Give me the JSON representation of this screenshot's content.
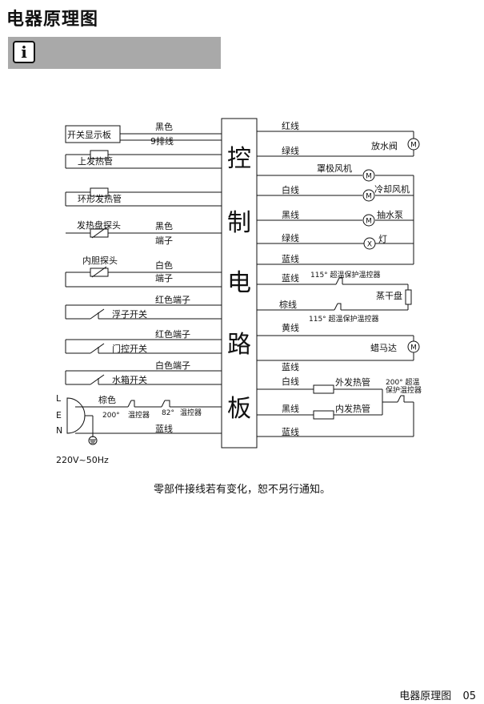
{
  "page": {
    "title": "电器原理图",
    "note": "零部件接线若有变化，恕不另行通知。",
    "footer_label": "电器原理图",
    "page_number": "05"
  },
  "diagram": {
    "board": [
      "控",
      "制",
      "电",
      "路",
      "板"
    ],
    "left": {
      "display_board": "开关显示板",
      "display_wire_color": "黑色",
      "display_wire_type": "9排线",
      "upper_heater": "上发热管",
      "ring_heater": "环形发热管",
      "plate_probe": "发热盘探头",
      "plate_probe_wire_color": "黑色",
      "plate_probe_wire_term": "端子",
      "liner_probe": "内胆探头",
      "liner_probe_wire_color": "白色",
      "liner_probe_wire_term": "端子",
      "float_switch_wire": "红色端子",
      "float_switch": "浮子开关",
      "door_switch_wire": "红色端子",
      "door_switch": "门控开关",
      "tank_switch_wire": "白色端子",
      "tank_switch": "水箱开关",
      "pin_l": "L",
      "pin_e": "E",
      "pin_n": "N",
      "brown_wire": "棕色",
      "thermostat_200_temp": "200°",
      "thermostat_200_label": "温控器",
      "thermostat_82_temp": "82°",
      "thermostat_82_label": "温控器",
      "blue_wire": "蓝线",
      "power_rating": "220V~50Hz"
    },
    "right": {
      "red_wire": "红线",
      "drain_valve": "放水阀",
      "green_wire": "绿线",
      "hood_fan": "罩极风机",
      "white_wire": "白线",
      "cooling_fan": "冷却风机",
      "black_wire": "黑线",
      "pump": "抽水泵",
      "green_wire_2": "绿线",
      "lamp": "灯",
      "blue_wire_1": "蓝线",
      "blue_wire_2": "蓝线",
      "protector_115_top": "115° 超温保护温控器",
      "steam_plate": "蒸干盘",
      "brown_wire": "棕线",
      "protector_115_bottom": "115° 超温保护温控器",
      "yellow_wire": "黄线",
      "motor": "蜡马达",
      "blue_wire_3": "蓝线",
      "white_wire_2": "白线",
      "outer_heater": "外发热管",
      "protector_200_temp": "200° 超温",
      "protector_200_label": "保护温控器",
      "black_wire_2": "黑线",
      "inner_heater": "内发热管",
      "blue_wire_4": "蓝线"
    },
    "symbols": {
      "motor_letter": "M",
      "lamp_letter": "X"
    }
  }
}
